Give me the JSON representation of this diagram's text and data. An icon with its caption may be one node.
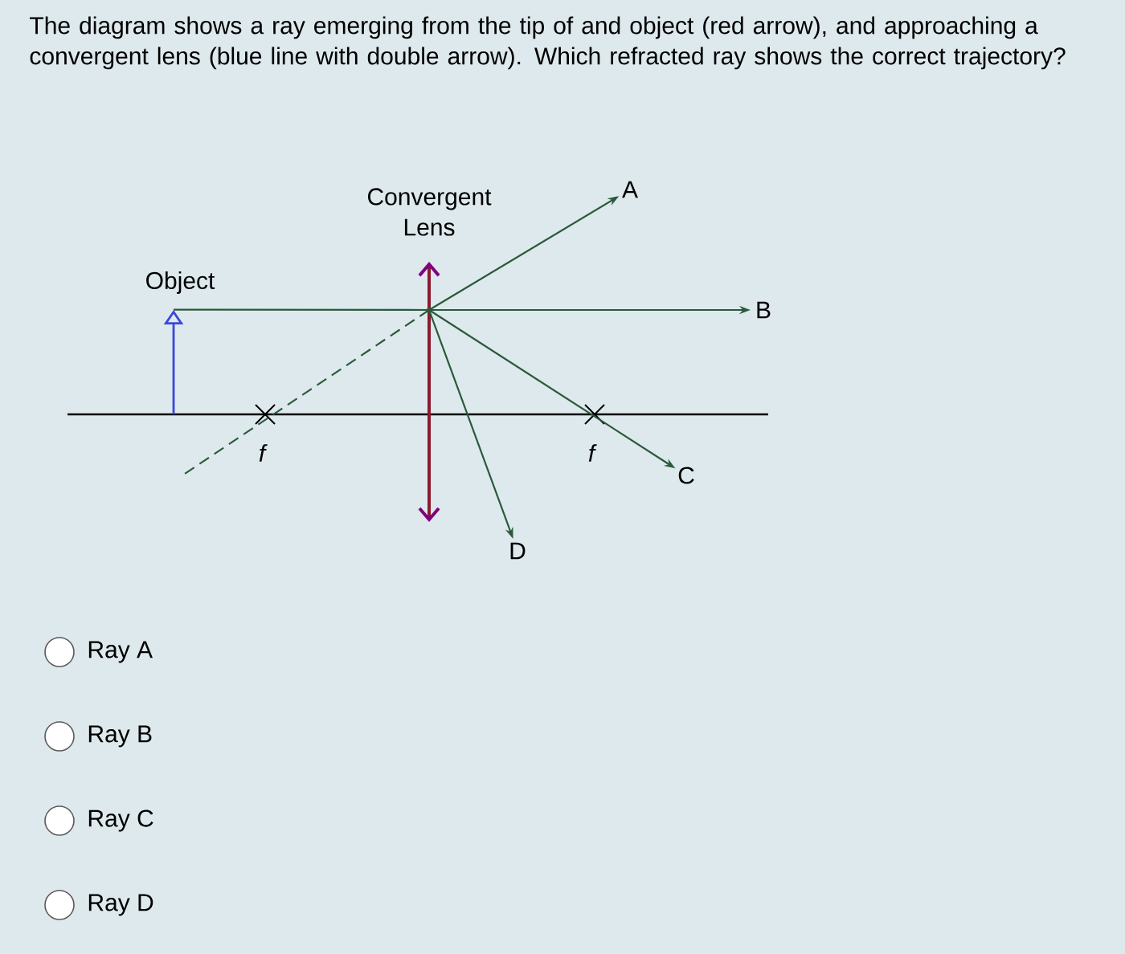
{
  "diagram": {
    "title": "The diagram shows a ray emerging from the tip of and object (red arrow), and approaching a convergent lens (blue line with double arrow). Which refracted ray shows the correct trajectory?",
    "nodes": [
      {
        "text": [
          "Object"
        ]
      },
      {
        "text": [
          "Convergent Lens"
        ]
      },
      {
        "text": [
          "A"
        ]
      },
      {
        "text": [
          "B"
        ]
      },
      {
        "text": [
          "C"
        ]
      },
      {
        "text": [
          "D"
        ]
      }
    ],
    "edges": [
      {
        "from": 0,
        "to": 1,
        "arrow": "none"
      },
      {
        "from": 1,
        "to": 2,
        "arrow": "to"
      },
      {
        "from": 1,
        "to": 3,
        "arrow": "to"
      },
      {
        "from": 1,
        "to": 4,
        "arrow": "to"
      },
      {
        "from": 1,
        "to": 5,
        "arrow": "to"
      },
      {
        "from": 1,
        "to": null,
        "arrow": "none",
        "style": "dashed"
      }
    ],
    "labels": [
      "f",
      "f",
      "Ray A",
      "Ray B",
      "Ray C",
      "Ray D"
    ]
  }
}
